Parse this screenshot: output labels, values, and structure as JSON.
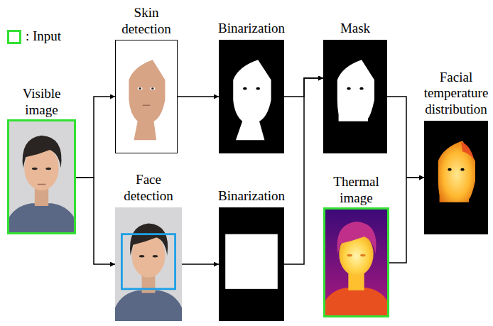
{
  "diagram": {
    "nodes": [
      {
        "text": [
          "Visible image"
        ]
      },
      {
        "text": [
          "Skin detection"
        ]
      },
      {
        "text": [
          "Face detection"
        ]
      },
      {
        "text": [
          "Binarization"
        ]
      },
      {
        "text": [
          "Binarization"
        ]
      },
      {
        "text": [
          "Mask"
        ]
      },
      {
        "text": [
          "Thermal image"
        ]
      },
      {
        "text": [
          "Facial temperature distribution"
        ]
      }
    ],
    "edges": [
      {
        "from": 0,
        "to": 1,
        "arrow": "to"
      },
      {
        "from": 0,
        "to": 2,
        "arrow": "to"
      },
      {
        "from": 1,
        "to": 3,
        "arrow": "to"
      },
      {
        "from": 2,
        "to": 4,
        "arrow": "to"
      },
      {
        "from": 3,
        "to": 5,
        "arrow": "to"
      },
      {
        "from": 4,
        "to": 5,
        "arrow": "to"
      },
      {
        "from": 5,
        "to": 7,
        "arrow": "to"
      },
      {
        "from": 6,
        "to": 7,
        "arrow": "to"
      }
    ],
    "legend": [
      {
        "text": ": Input"
      }
    ]
  }
}
